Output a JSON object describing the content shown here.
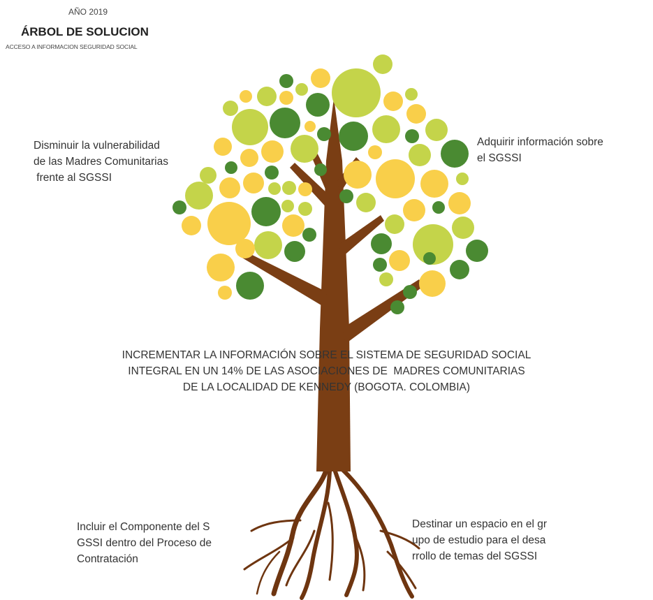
{
  "header": {
    "year": "AÑO 2019",
    "title": "ÁRBOL DE SOLUCION",
    "subtitle": "ACCESO A INFORMACION SEGURIDAD SOCIAL"
  },
  "branches": {
    "left": "Disminuir la vulnerabilidad\nde las Madres Comunitarias\n frente al SGSSI",
    "right": "Adquirir información sobre\nel SGSSI"
  },
  "trunk_goal": "INCREMENTAR LA INFORMACIÓN SOBRE EL SISTEMA DE SEGURIDAD SOCIAL\nINTEGRAL EN UN 14% DE LAS ASOCIACIONES DE  MADRES COMUNITARIAS\nDE LA LOCALIDAD DE KENNEDY (BOGOTA. COLOMBIA)",
  "roots": {
    "left": "Incluir el Componente del S\nGSSI dentro del Proceso de\nContratación",
    "right": "Destinar un espacio en el gr\nupo de estudio para el desa\nrrollo de temas del SGSSI"
  },
  "colors": {
    "trunk": "#7a3e14",
    "leaf_dark": "#4a8a32",
    "leaf_mid": "#c4d44a",
    "leaf_yellow": "#f9cf4a",
    "text": "#333333"
  }
}
